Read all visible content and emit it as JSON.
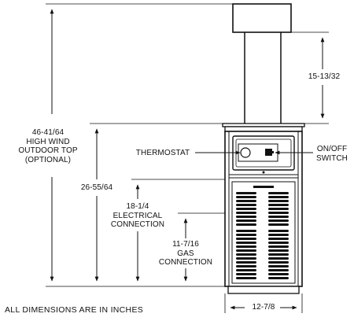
{
  "dimensions": {
    "overall_height": {
      "lines": [
        "46-41/64",
        "HIGH WIND",
        "OUTDOOR TOP",
        "(OPTIONAL)"
      ]
    },
    "cabinet_height": {
      "lines": [
        "26-55/64"
      ]
    },
    "vent_extension": {
      "lines": [
        "15-13/32"
      ]
    },
    "electrical": {
      "lines": [
        "18-1/4",
        "ELECTRICAL",
        "CONNECTION"
      ]
    },
    "gas": {
      "lines": [
        "11-7/16",
        "GAS",
        "CONNECTION"
      ]
    },
    "width": {
      "lines": [
        "12-7/8"
      ]
    }
  },
  "callouts": {
    "thermostat": "THERMOSTAT",
    "switch": {
      "lines": [
        "ON/OFF",
        "SWITCH"
      ]
    }
  },
  "footer_note": "ALL DIMENSIONS ARE IN INCHES"
}
